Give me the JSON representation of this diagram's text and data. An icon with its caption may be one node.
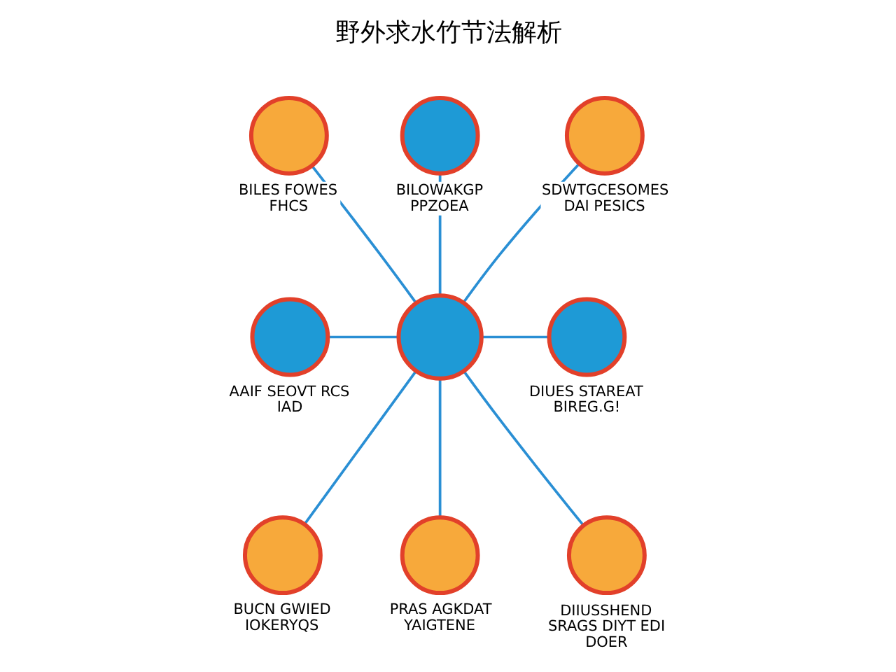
{
  "diagram": {
    "title": "野外求水竹节法解析",
    "nodes": [
      {
        "text": [
          "BILES FOWES FHCS"
        ]
      },
      {
        "text": [
          "BILOWAKGP PPZOEA"
        ]
      },
      {
        "text": [
          "SDWTGCESOMES DAI PESICS"
        ]
      },
      {
        "text": [
          "AAIF SEOVT RCS IAD"
        ]
      },
      {
        "text": [],
        "shape": "circle"
      },
      {
        "text": [
          "DIUES STAREAT BIREG.G!"
        ]
      },
      {
        "text": [
          "BUCN GWIED IOKERYQS"
        ]
      },
      {
        "text": [
          "PRAS AGKDAT YAIGTENE"
        ]
      },
      {
        "text": [
          "DIIUSSHEND SRAGS DIYT EDI DOER"
        ]
      }
    ],
    "edges": [
      {
        "from": 0,
        "to": 4,
        "arrow": "none"
      },
      {
        "from": 1,
        "to": 4,
        "arrow": "none"
      },
      {
        "from": 2,
        "to": 4,
        "arrow": "none"
      },
      {
        "from": 3,
        "to": 4,
        "arrow": "none"
      },
      {
        "from": 4,
        "to": 5,
        "arrow": "none"
      },
      {
        "from": 4,
        "to": 6,
        "arrow": "none"
      },
      {
        "from": 4,
        "to": 7,
        "arrow": "none"
      },
      {
        "from": 4,
        "to": 8,
        "arrow": "none"
      }
    ]
  }
}
